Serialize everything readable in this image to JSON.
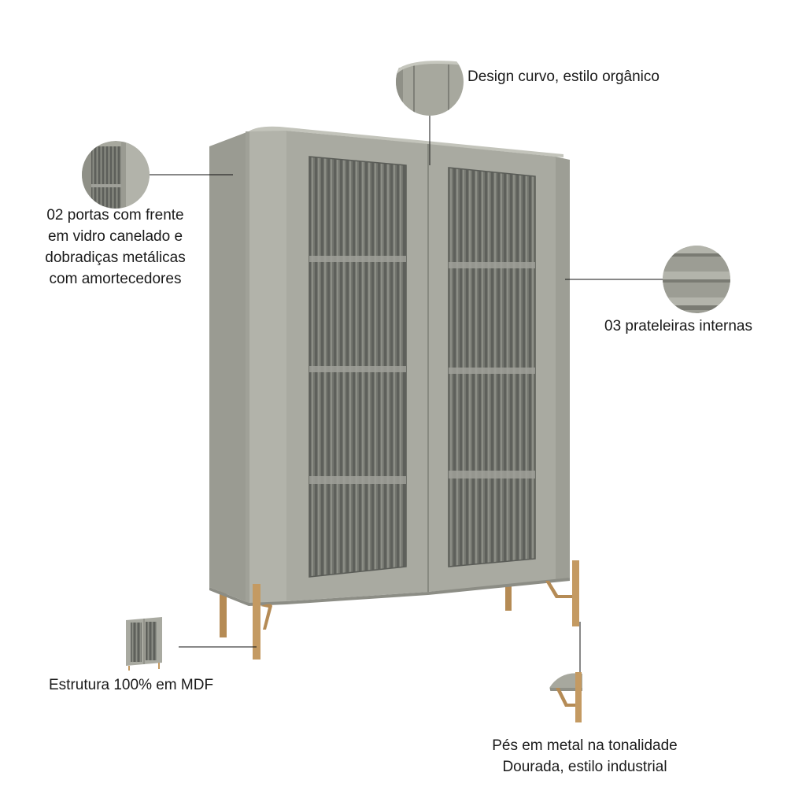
{
  "colors": {
    "body": "#a7a89e",
    "body_dark": "#8f9087",
    "body_light": "#b9bab1",
    "glass": "#6f716c",
    "legs": "#c49a62"
  },
  "callouts": {
    "design": {
      "icon": "curved-top-detail-icon",
      "text": "Design curvo, estilo orgânico"
    },
    "doors": {
      "icon": "fluted-glass-door-detail-icon",
      "lines": [
        "02 portas com frente",
        "em vidro canelado e",
        "dobradiças metálicas",
        "com amortecedores"
      ]
    },
    "shelves": {
      "icon": "shelves-detail-icon",
      "text": "03 prateleiras internas"
    },
    "structure": {
      "icon": "cabinet-thumbnail-icon",
      "text": "Estrutura 100% em MDF"
    },
    "feet": {
      "icon": "metal-foot-detail-icon",
      "lines": [
        "Pés em metal na tonalidade",
        "Dourada, estilo industrial"
      ]
    }
  }
}
